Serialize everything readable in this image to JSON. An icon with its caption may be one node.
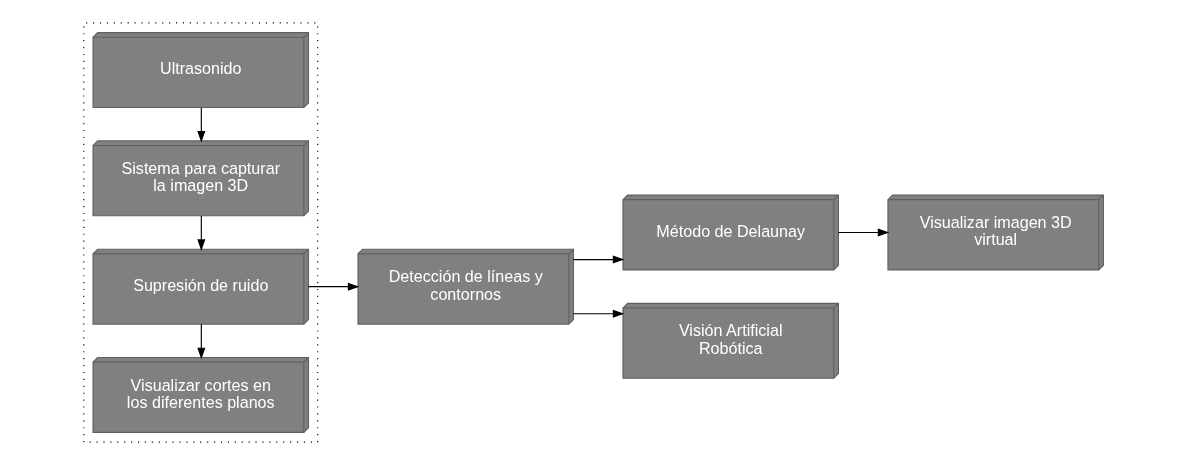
{
  "diagram": {
    "nodes": [
      {
        "text": [],
        "shape": "box"
      },
      {
        "text": [
          "Ultrasonido"
        ],
        "in": 0
      },
      {
        "text": [
          "Sistema para capturar la imagen 3D"
        ],
        "in": 0
      },
      {
        "text": [
          "Supresión de ruido"
        ],
        "in": 0
      },
      {
        "text": [
          "Detección de líneas y contornos"
        ]
      },
      {
        "text": [
          "Visualizar cortes en los diferentes planos"
        ],
        "in": 0
      },
      {
        "text": [
          "Método de Delaunay"
        ]
      },
      {
        "text": [
          "Visualizar imagen 3D virtual"
        ]
      },
      {
        "text": [
          "Visión Artificial Robótica"
        ]
      }
    ],
    "edges": [
      {
        "from": 1,
        "to": 2,
        "arrow": "to"
      },
      {
        "from": 2,
        "to": 3,
        "arrow": "to"
      },
      {
        "from": 3,
        "to": 4,
        "arrow": "to"
      },
      {
        "from": 3,
        "to": 5,
        "arrow": "to"
      },
      {
        "from": 4,
        "to": 6,
        "arrow": "to"
      },
      {
        "from": 6,
        "to": 7,
        "arrow": "to"
      },
      {
        "from": 4,
        "to": 8,
        "arrow": "to"
      }
    ]
  }
}
